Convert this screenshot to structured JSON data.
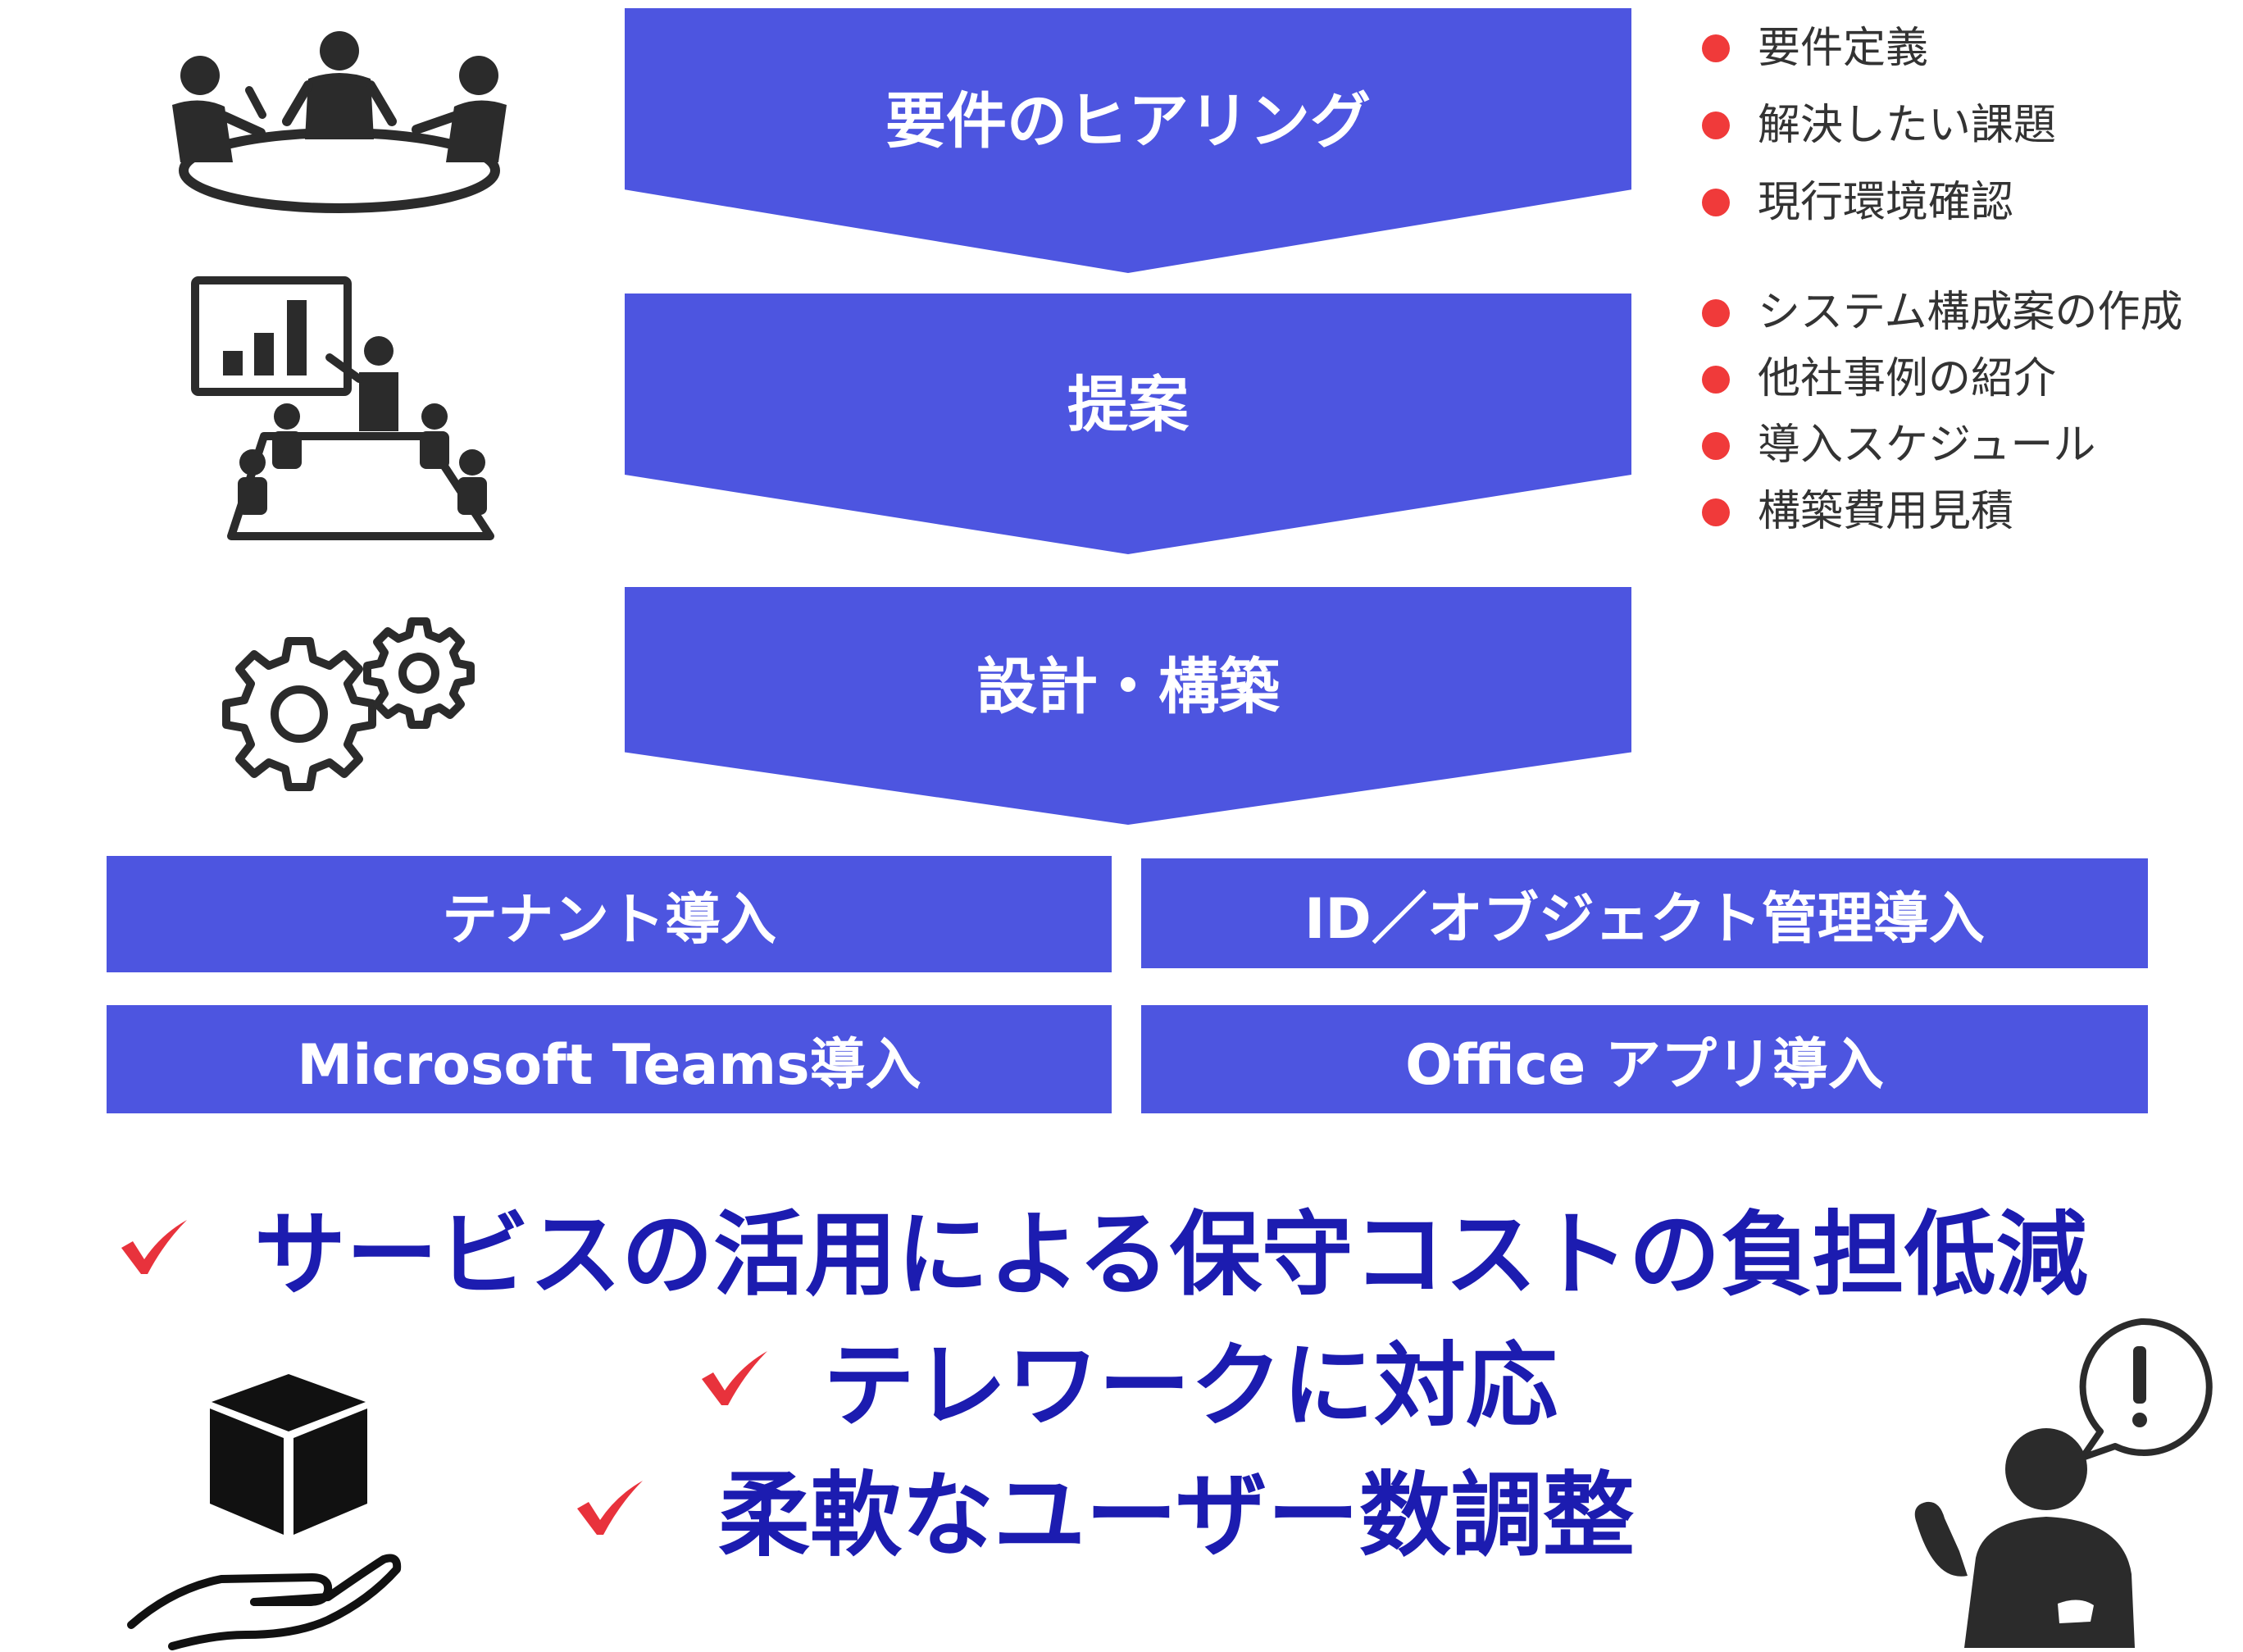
{
  "steps": [
    {
      "label": "要件のヒアリング"
    },
    {
      "label": "提案"
    },
    {
      "label": "設計・構築"
    }
  ],
  "bullets_hearing": [
    "要件定義",
    "解決したい課題",
    "現行環境確認"
  ],
  "bullets_proposal": [
    "システム構成案の作成",
    "他社事例の紹介",
    "導入スケジュール",
    "構築費用見積"
  ],
  "services": [
    "テナント導入",
    "ID／オブジェクト管理導入",
    "Microsoft Teams導入",
    "Office アプリ導入"
  ],
  "benefits": [
    "サービスの活用による保守コストの負担低減",
    "テレワークに対応",
    "柔軟なユーザー数調整"
  ],
  "colors": {
    "step_fill": "#4d55e0",
    "bullet_dot": "#f03a3a",
    "benefit_text": "#1c1cb0",
    "check_mark": "#e8323c",
    "icon": "#2b2b2b"
  },
  "icons": [
    "meeting-icon",
    "presentation-icon",
    "gears-icon",
    "box-in-hand-icon",
    "person-alert-icon",
    "check-icon"
  ]
}
